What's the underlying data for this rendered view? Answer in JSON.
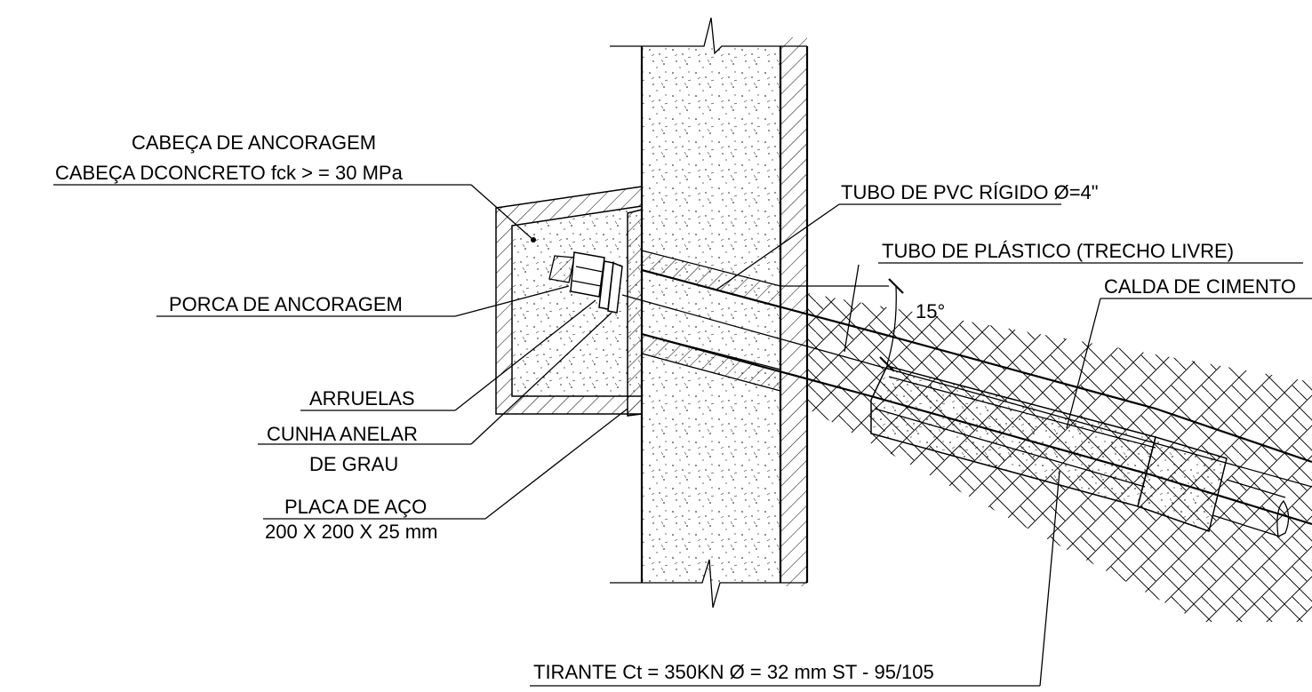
{
  "labels": {
    "cabeca_ancoragem": "CABEÇA DE ANCORAGEM",
    "cabeca_concreto": "CABEÇA DCONCRETO fck > = 30 MPa",
    "porca": "PORCA DE ANCORAGEM",
    "arruelas": "ARRUELAS",
    "cunha_1": "CUNHA  ANELAR",
    "cunha_2": "DE GRAU",
    "placa_1": "PLACA DE AÇO",
    "placa_2": "200 X 200 X 25 mm",
    "tubo_pvc": "TUBO DE PVC RÍGIDO Ø=4\"",
    "tubo_plastico": "TUBO DE PLÁSTICO (TRECHO LIVRE)",
    "calda": "CALDA DE CIMENTO",
    "angle": "15°",
    "tirante": "TIRANTE Ct = 350KN Ø = 32 mm  ST - 95/105"
  }
}
